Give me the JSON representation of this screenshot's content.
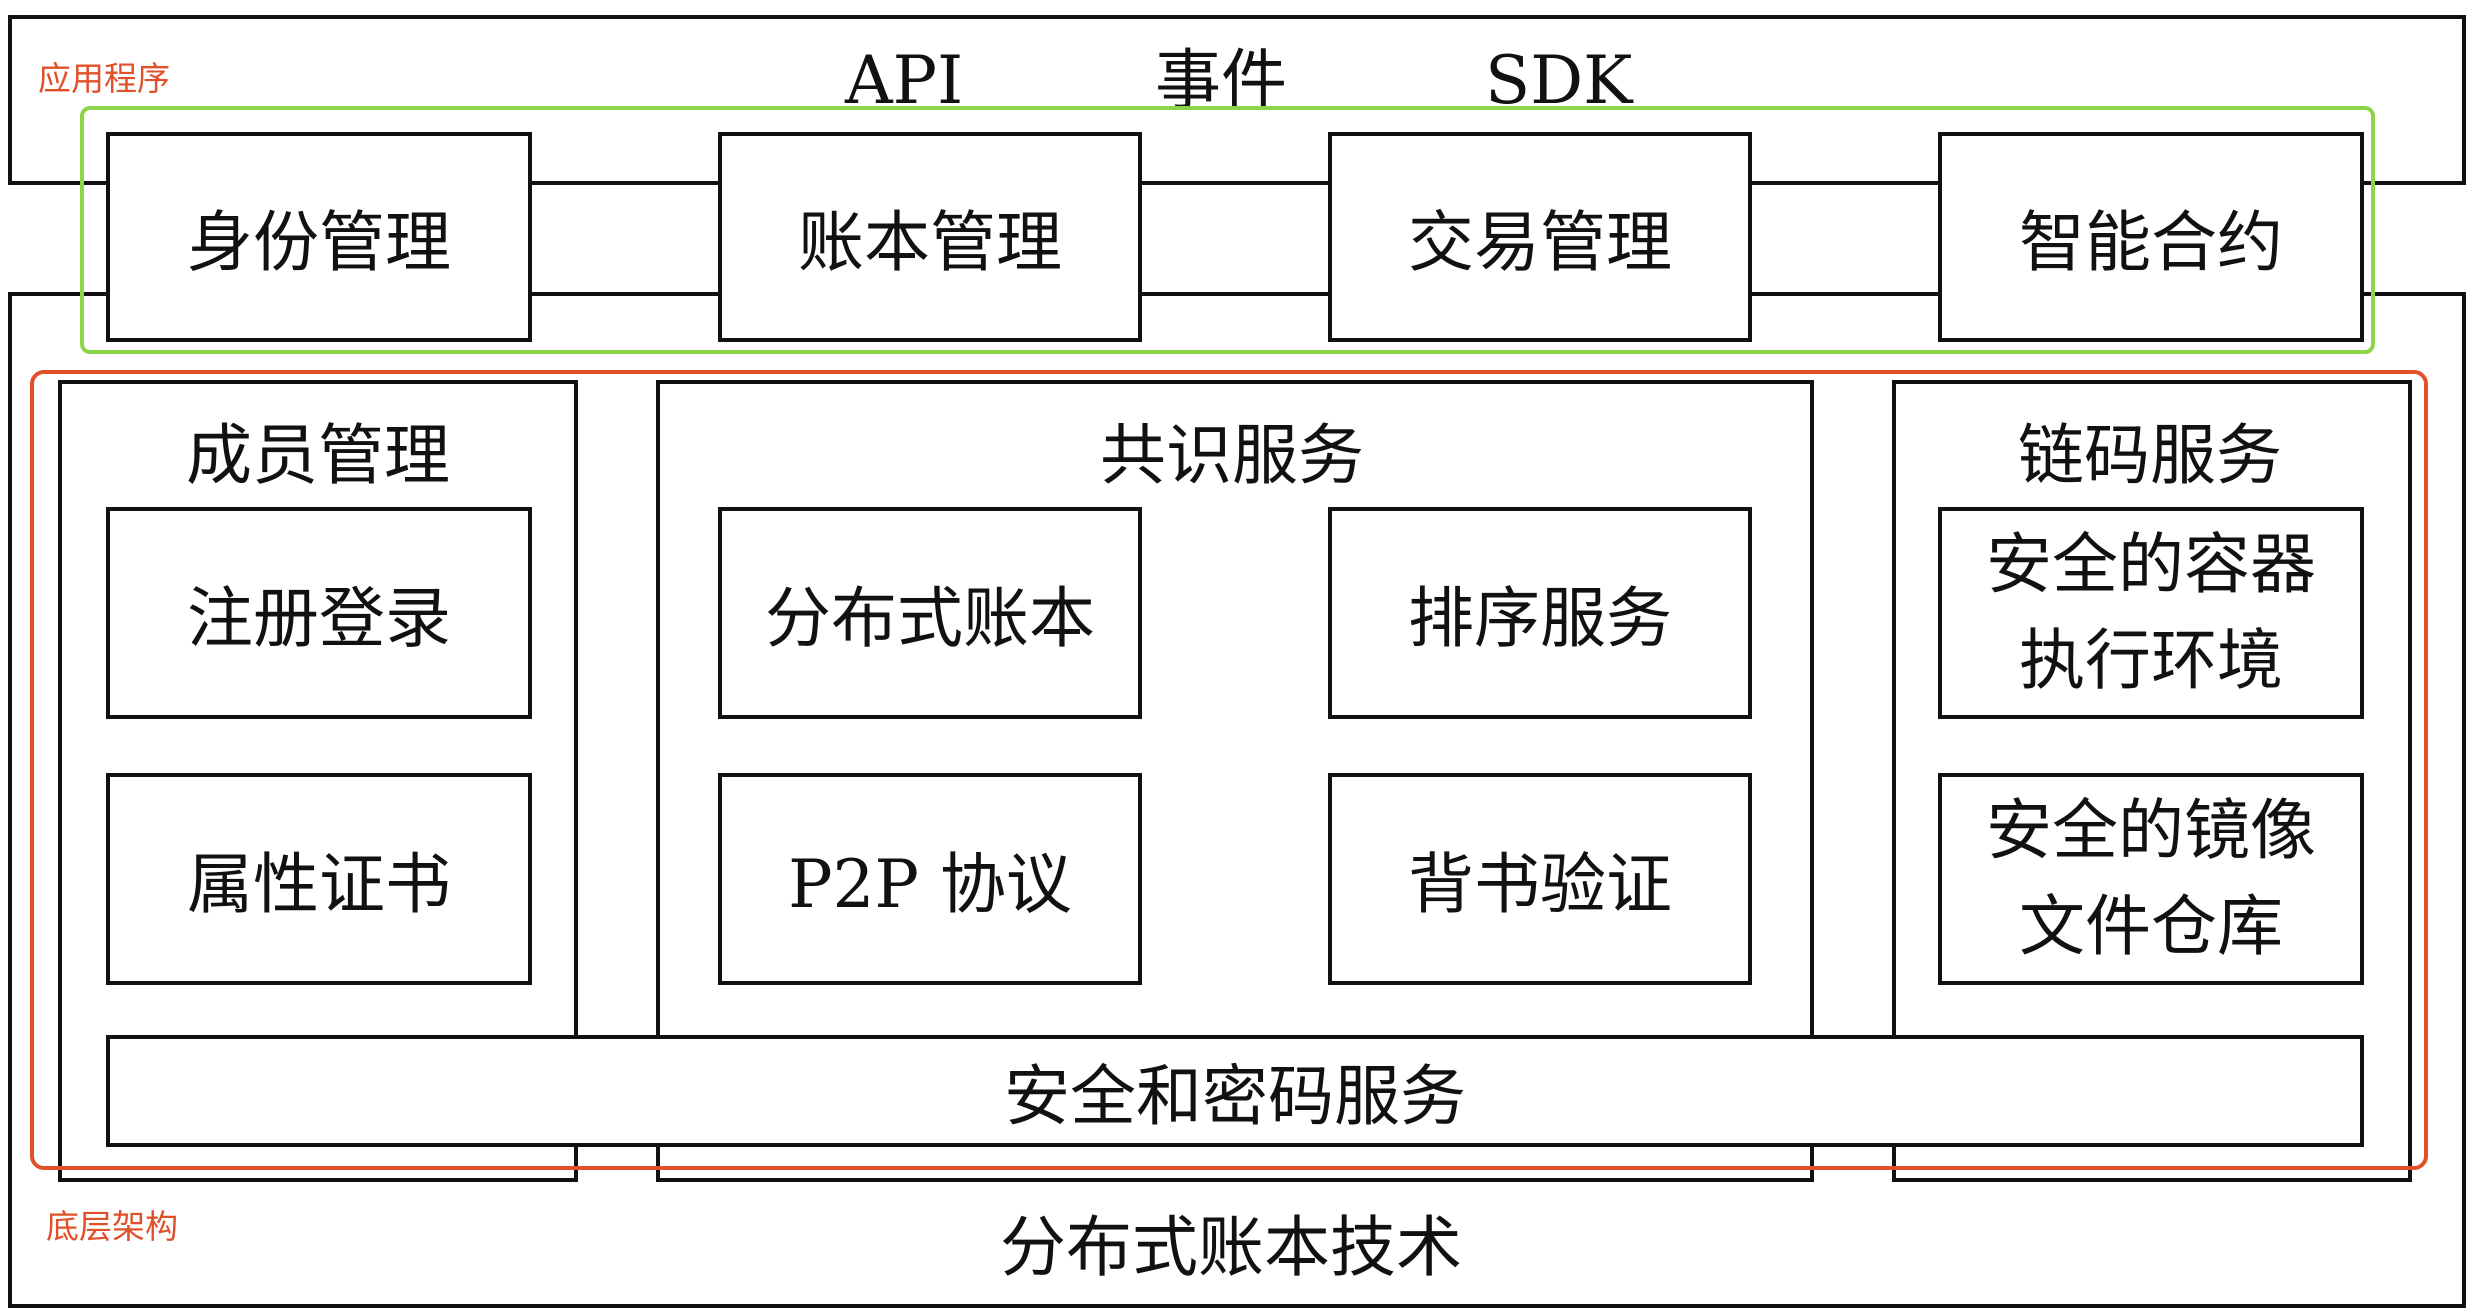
{
  "app_layer": {
    "label": "应用程序",
    "api": "API",
    "events": "事件",
    "sdk": "SDK",
    "modules": [
      "身份管理",
      "账本管理",
      "交易管理",
      "智能合约"
    ]
  },
  "base_layer": {
    "label": "底层架构",
    "footer": "分布式账本技术",
    "membership": {
      "title": "成员管理",
      "items": [
        "注册登录",
        "属性证书"
      ]
    },
    "consensus": {
      "title": "共识服务",
      "items": [
        "分布式账本",
        "排序服务",
        "P2P 协议",
        "背书验证"
      ]
    },
    "chaincode": {
      "title": "链码服务",
      "items": [
        {
          "line1": "安全的容器",
          "line2": "执行环境"
        },
        {
          "line1": "安全的镜像",
          "line2": "文件仓库"
        }
      ]
    },
    "security": "安全和密码服务"
  },
  "colors": {
    "app_outline": "#8ed44a",
    "base_outline": "#e2502a",
    "stroke": "#111111"
  }
}
